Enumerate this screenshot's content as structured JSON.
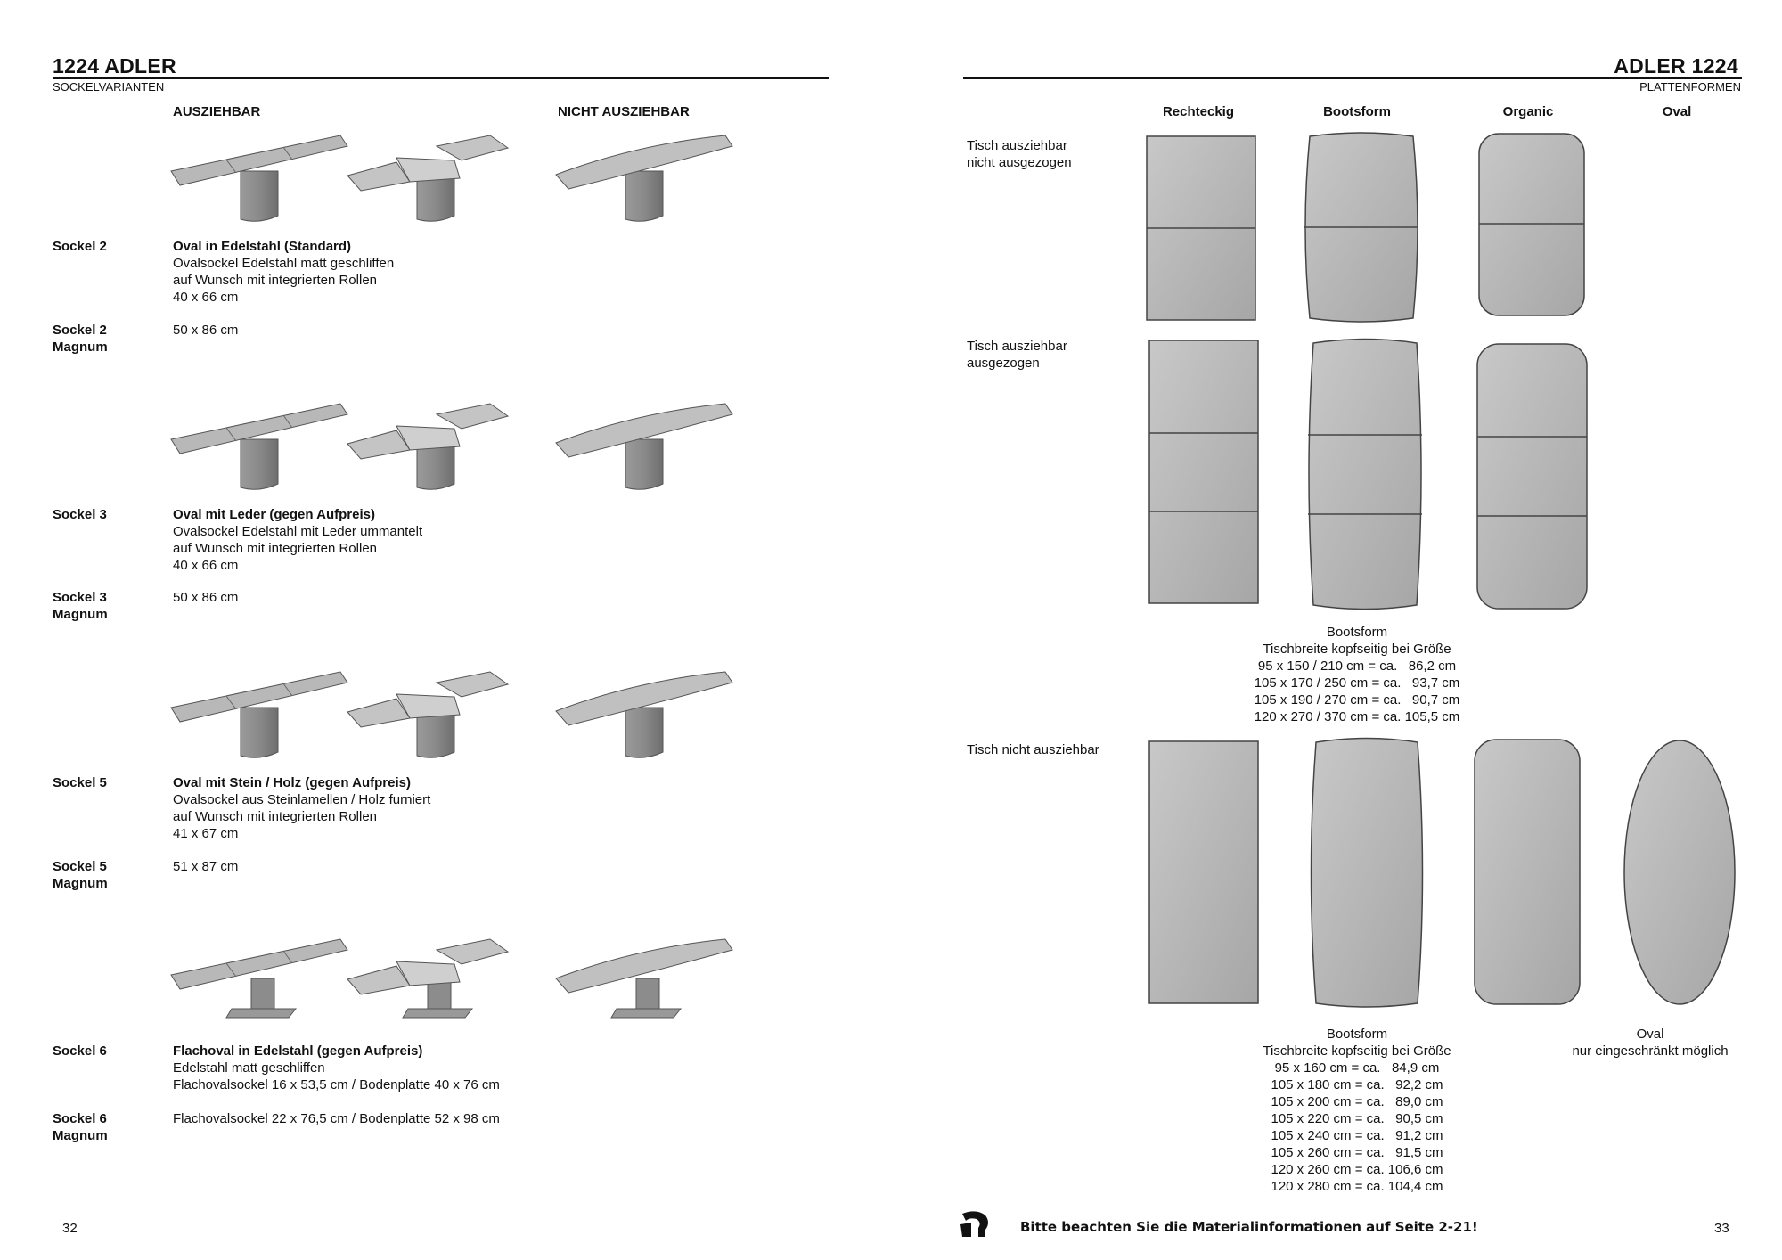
{
  "left_page": {
    "title": "1224   ADLER",
    "subtitle": "SOCKELVARIANTEN",
    "col_extendable": "AUSZIEHBAR",
    "col_not_extendable": "NICHT AUSZIEHBAR",
    "sockets": [
      {
        "label": "Sockel 2",
        "name": "Oval in Edelstahl (Standard)",
        "lines": [
          "Ovalsockel Edelstahl matt geschliffen",
          "auf Wunsch mit integrierten Rollen",
          "40 x 66 cm"
        ],
        "magnum_label": [
          "Sockel 2",
          "Magnum"
        ],
        "magnum_size": "50 x 86 cm"
      },
      {
        "label": "Sockel 3",
        "name": "Oval mit Leder (gegen Aufpreis)",
        "lines": [
          "Ovalsockel Edelstahl mit Leder ummantelt",
          "auf Wunsch mit integrierten Rollen",
          "40 x 66 cm"
        ],
        "magnum_label": [
          "Sockel 3",
          "Magnum"
        ],
        "magnum_size": "50 x 86 cm"
      },
      {
        "label": "Sockel 5",
        "name": "Oval mit Stein / Holz (gegen Aufpreis)",
        "lines": [
          "Ovalsockel aus Steinlamellen / Holz furniert",
          "auf Wunsch mit integrierten Rollen",
          "41 x 67 cm"
        ],
        "magnum_label": [
          "Sockel 5",
          "Magnum"
        ],
        "magnum_size": "51 x 87 cm"
      },
      {
        "label": "Sockel 6",
        "name": "Flachoval in Edelstahl (gegen Aufpreis)",
        "lines": [
          "Edelstahl matt geschliffen",
          "Flachovalsockel 16 x 53,5 cm / Bodenplatte 40 x 76 cm"
        ],
        "magnum_label": [
          "Sockel 6",
          "Magnum"
        ],
        "magnum_size": "Flachovalsockel 22 x 76,5 cm / Bodenplatte 52 x 98 cm"
      }
    ],
    "page_number": "32"
  },
  "right_page": {
    "title": "ADLER   1224",
    "subtitle": "PLATTENFORMEN",
    "columns": [
      "Rechteckig",
      "Bootsform",
      "Organic",
      "Oval"
    ],
    "rows": [
      [
        "Tisch ausziehbar",
        "nicht ausgezogen"
      ],
      [
        "Tisch ausziehbar",
        "ausgezogen"
      ],
      [
        "Tisch nicht ausziehbar"
      ]
    ],
    "note1": {
      "title": "Bootsform",
      "subtitle": "Tischbreite kopfseitig bei Größe",
      "lines": [
        "95 x 150 / 210 cm = ca.   86,2 cm",
        "105 x 170 / 250 cm = ca.   93,7 cm",
        "105 x 190 / 270 cm = ca.   90,7 cm",
        "120 x 270 / 370 cm = ca. 105,5 cm"
      ]
    },
    "note2": {
      "title": "Bootsform",
      "subtitle": "Tischbreite kopfseitig bei Größe",
      "lines": [
        "95 x 160 cm = ca.   84,9 cm",
        "105 x 180 cm = ca.   92,2 cm",
        "105 x 200 cm = ca.   89,0 cm",
        "105 x 220 cm = ca.   90,5 cm",
        "105 x 240 cm = ca.   91,2 cm",
        "105 x 260 cm = ca.   91,5 cm",
        "120 x 260 cm = ca. 106,6 cm",
        "120 x 280 cm = ca. 104,4 cm"
      ]
    },
    "note_oval": {
      "title": "Oval",
      "subtitle": "nur eingeschränkt möglich"
    },
    "footer_note": "Bitte beachten Sie die Materialinformationen auf Seite 2-21!",
    "page_number": "33"
  },
  "colors": {
    "shape_fill": "#b4b4b4",
    "shape_stroke": "#555555"
  }
}
